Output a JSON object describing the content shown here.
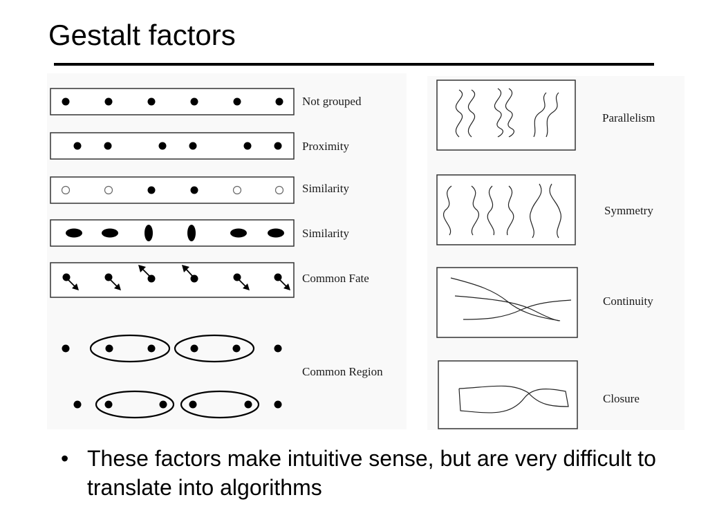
{
  "slide": {
    "title": "Gestalt factors",
    "bullet_symbol": "•",
    "bullet_text": "These factors make intuitive sense, but are very difficult to translate into algorithms"
  },
  "figure": {
    "left_labels": {
      "not_grouped": "Not grouped",
      "proximity": "Proximity",
      "similarity_1": "Similarity",
      "similarity_2": "Similarity",
      "common_fate": "Common Fate",
      "common_region": "Common Region"
    },
    "right_labels": {
      "parallelism": "Parallelism",
      "symmetry": "Symmetry",
      "continuity": "Continuity",
      "closure": "Closure"
    }
  }
}
